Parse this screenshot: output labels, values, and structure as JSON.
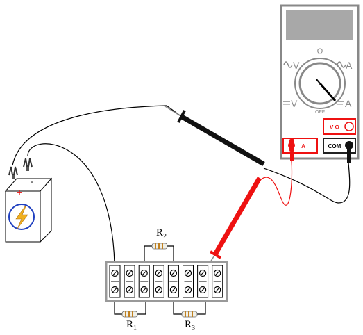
{
  "meter": {
    "dial_labels": {
      "ohm": "Ω",
      "ac_volts": "V",
      "ac_amps": "A",
      "dc_volts": "V",
      "dc_amps": "A",
      "off": "OFF"
    },
    "jacks": {
      "volt_ohm": "V Ω",
      "amps": "A",
      "common": "COM"
    },
    "probe_colors": {
      "red": "#ee1111",
      "black": "#111111"
    }
  },
  "battery": {
    "plus": "+",
    "minus": "-"
  },
  "resistors": [
    {
      "letter": "R",
      "index": "1"
    },
    {
      "letter": "R",
      "index": "2"
    },
    {
      "letter": "R",
      "index": "3"
    }
  ],
  "colors": {
    "lightning": "#f0b020",
    "battery_circle": "#2040c0",
    "display": "#a8a8a8"
  }
}
